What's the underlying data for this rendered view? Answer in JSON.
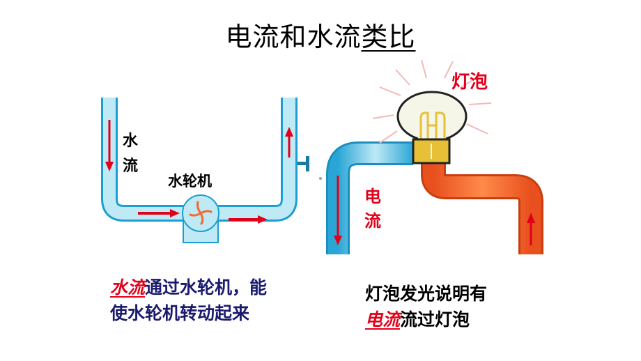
{
  "title": {
    "part1": "电流和水流",
    "part2": "类比"
  },
  "left": {
    "water_char1": "水",
    "water_char2": "流",
    "turbine_label": "水轮机",
    "caption_emph": "水流",
    "caption_rest1": "通过水轮机，能",
    "caption_line2": "使水轮机转动起来"
  },
  "right": {
    "bulb_label": "灯泡",
    "current_char1": "电",
    "current_char2": "流",
    "caption_line1": "灯泡发光说明有",
    "caption_emph": "电流",
    "caption_rest2": "流过灯泡"
  },
  "colors": {
    "water": "#bfe9f5",
    "pipe_outline": "#1a9fd0",
    "arrow_red": "#e1001a",
    "hot_wire": "#f26a2a",
    "socket": "#e8c037",
    "text_navy": "#1a1a6e"
  }
}
